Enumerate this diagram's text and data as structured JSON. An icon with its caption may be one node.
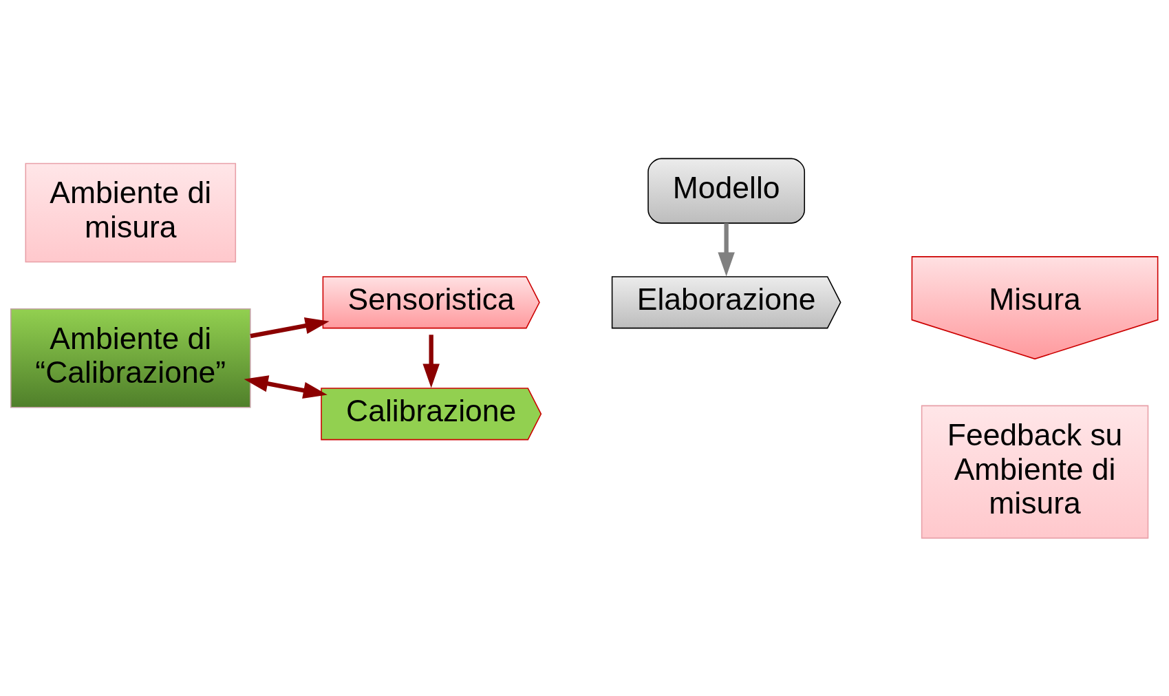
{
  "diagram": {
    "nodes": [
      {
        "text": [
          "Ambiente di misura"
        ]
      },
      {
        "text": [
          "Ambiente di “Calibrazione”"
        ]
      },
      {
        "text": [
          "Sensoristica"
        ]
      },
      {
        "text": [
          "Calibrazione"
        ]
      },
      {
        "text": [
          "Elaborazione"
        ]
      },
      {
        "text": [
          "Modello"
        ]
      },
      {
        "text": [
          "Misura"
        ]
      },
      {
        "text": [
          "Feedback su Ambiente di misura"
        ]
      }
    ],
    "edges": [
      {
        "from": 1,
        "to": 2,
        "arrow": "to"
      },
      {
        "from": 2,
        "to": 3,
        "arrow": "to"
      },
      {
        "from": 1,
        "to": 3,
        "arrow": "both"
      },
      {
        "from": 5,
        "to": 4,
        "arrow": "to",
        "color": "#808080"
      }
    ]
  }
}
